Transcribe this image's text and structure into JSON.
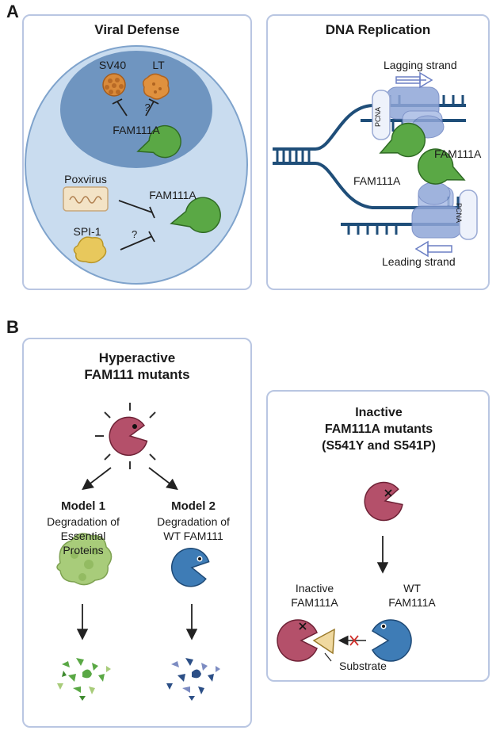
{
  "panels": {
    "a_letter": "A",
    "b_letter": "B"
  },
  "viral_defense": {
    "title": "Viral Defense",
    "sv40": "SV40",
    "lt": "LT",
    "fam111a_nucleus": "FAM111A",
    "poxvirus": "Poxvirus",
    "fam111a_cytoplasm": "FAM111A",
    "spi1": "SPI-1",
    "q1": "?",
    "q2": "?"
  },
  "dna_replication": {
    "title": "DNA Replication",
    "lagging": "Lagging strand",
    "leading": "Leading strand",
    "pcna_top": "PCNA",
    "pcna_bottom": "PCNA",
    "fam111a_left": "FAM111A",
    "fam111a_right": "FAM111A"
  },
  "hyperactive": {
    "title_line1": "Hyperactive",
    "title_line2": "FAM111 mutants",
    "model1_title": "Model 1",
    "model1_line1": "Degradation of",
    "model1_line2": "Essential",
    "model1_line3": "Proteins",
    "model2_title": "Model 2",
    "model2_line1": "Degradation of",
    "model2_line2": "WT FAM111"
  },
  "inactive": {
    "title_line1": "Inactive",
    "title_line2": "FAM111A mutants",
    "title_line3": "(S541Y and S541P)",
    "inactive_line1": "Inactive",
    "inactive_line2": "FAM111A",
    "wt_line1": "WT",
    "wt_line2": "FAM111A",
    "substrate": "Substrate"
  },
  "colors": {
    "panel_border": "#b9c6e2",
    "cell": "#c9dcef",
    "nucleus": "#6f95c0",
    "fam111a_green": "#5aa845",
    "mutant_mauve": "#b4506a",
    "wt_blue": "#3e7cb6",
    "dna": "#1f4e79",
    "essential_protein": "#a8cc7a"
  }
}
